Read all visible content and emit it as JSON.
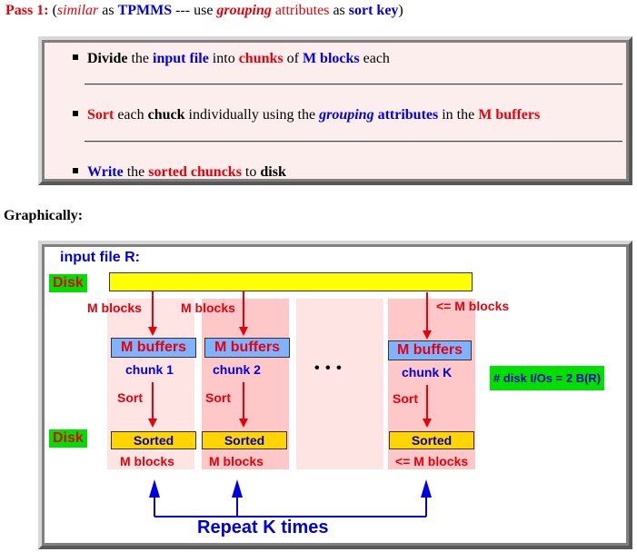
{
  "heading": {
    "pass": "Pass 1:",
    "open": " (",
    "similar": "similar",
    "as": " as ",
    "tpmms": "TPMMS",
    "use": " --- use ",
    "grouping": "grouping",
    "attributes": " attributes",
    "as2": " as ",
    "sort_key": "sort key",
    "close": ")"
  },
  "bullets": [
    {
      "w1": "Divide",
      "w2": " the ",
      "w3": "input file",
      "w4": " into ",
      "w5": "chunks",
      "w6": " of ",
      "w7": "M blocks",
      "w8": " each"
    },
    {
      "w1": "Sort",
      "w2": " each ",
      "w3": "chuck",
      "w4": " individually using the ",
      "w5": "grouping",
      "w6": " attributes",
      "w7": " in the ",
      "w8": "M buffers"
    },
    {
      "w1": "Write",
      "w2": " the ",
      "w3": "sorted chuncks",
      "w4": " to ",
      "w5": "disk"
    }
  ],
  "graph_label": "Graphically:",
  "diagram": {
    "input_file": "input file R:",
    "disk_top": "Disk",
    "disk_bottom": "Disk",
    "ellipsis": "• • •",
    "disk_io": "# disk I/Os = 2 B(R)",
    "repeat": "Repeat  K  times",
    "columns": [
      {
        "blocks_in": "M blocks",
        "buffer": "M buffers",
        "chunk": "chunk 1",
        "sort": "Sort",
        "sorted": "Sorted",
        "blocks_out": "M blocks"
      },
      {
        "blocks_in": "M blocks",
        "buffer": "M buffers",
        "chunk": "chunk 2",
        "sort": "Sort",
        "sorted": "Sorted",
        "blocks_out": "M blocks"
      },
      {
        "blocks_in": "<= M blocks",
        "buffer": "M buffers",
        "chunk": "chunk K",
        "sort": "Sort",
        "sorted": "Sorted",
        "blocks_out": "<= M blocks"
      }
    ]
  },
  "colors": {
    "red": "#e8000b",
    "blue": "#0000e0",
    "disk_green": "#00e000",
    "file_yellow": "#ffff00",
    "buffer_blue": "#7fb3ff",
    "sorted_yellow": "#ffd400",
    "column_pink": "#ffc8c8",
    "column_light_pink": "#ffe4e4"
  }
}
